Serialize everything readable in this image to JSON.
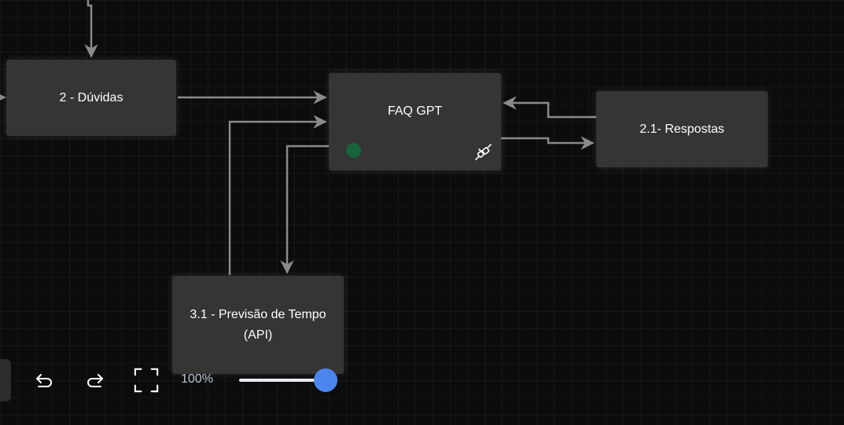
{
  "nodes": {
    "duvidas": {
      "label": "2 - Dúvidas"
    },
    "faq": {
      "label": "FAQ GPT",
      "status_color": "#17643b"
    },
    "respostas": {
      "label": "2.1- Respostas"
    },
    "previsao": {
      "label": "3.1 - Previsão de Tempo (API)"
    }
  },
  "toolbar": {
    "undo_icon": "undo-icon",
    "redo_icon": "redo-icon",
    "fit_icon": "fit-screen-icon",
    "zoom_label": "100%",
    "zoom_level": 1.0
  },
  "colors": {
    "canvas_bg": "#0c0c0c",
    "node_bg": "#353535",
    "edge": "#8a8a8a",
    "accent": "#4a86ee"
  }
}
